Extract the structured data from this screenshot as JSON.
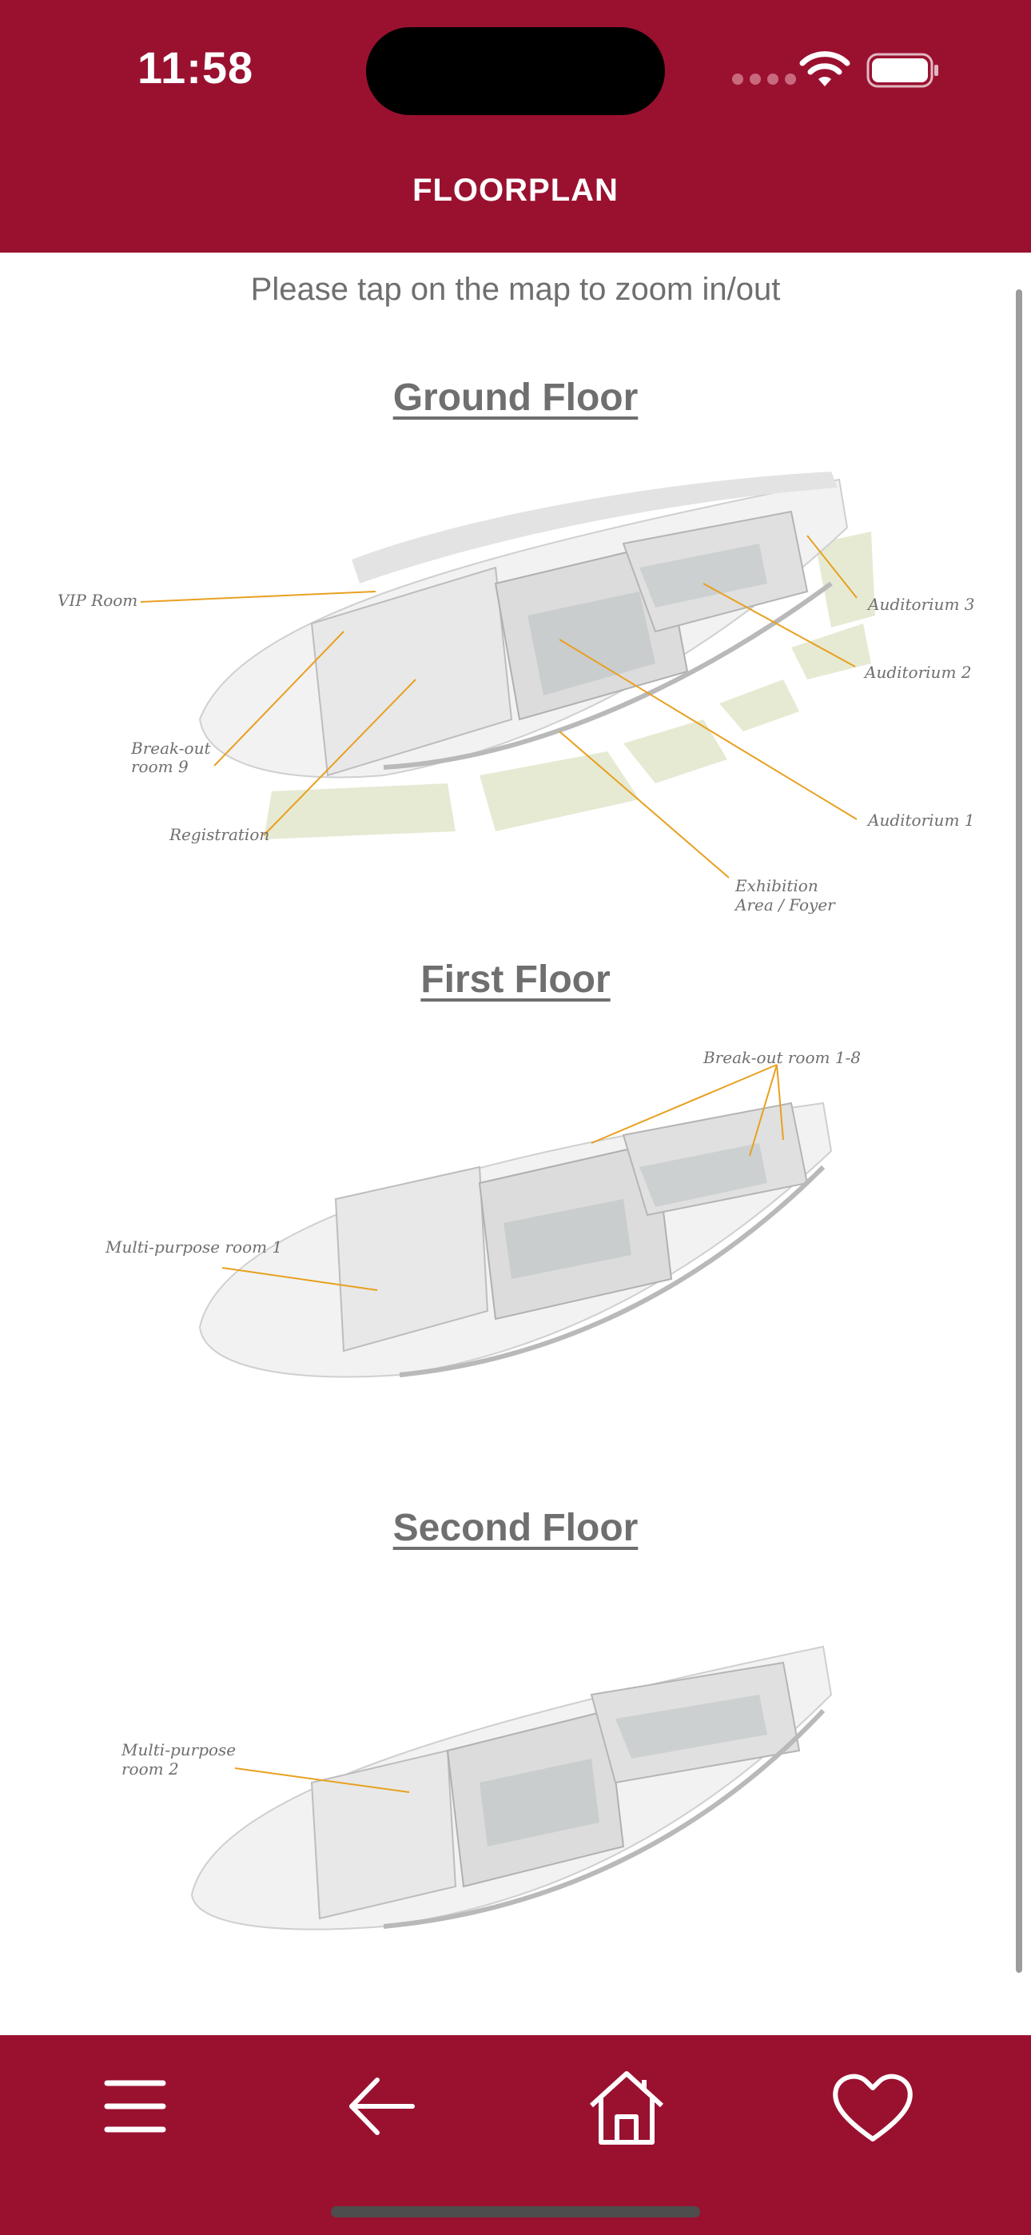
{
  "status": {
    "time": "11:58"
  },
  "header": {
    "title": "FLOORPLAN"
  },
  "hint": "Please tap on the map to zoom in/out",
  "floors": [
    {
      "title": "Ground Floor",
      "labels": [
        "VIP Room",
        "Auditorium 3",
        "Auditorium 2",
        "Break-out",
        "room 9",
        "Registration",
        "Auditorium 1",
        "Exhibition",
        "Area / Foyer"
      ]
    },
    {
      "title": "First Floor",
      "labels": [
        "Break-out room 1-8",
        "Multi-purpose room 1"
      ]
    },
    {
      "title": "Second Floor",
      "labels": [
        "Multi-purpose",
        "room 2"
      ]
    }
  ],
  "tabbar": {
    "items": [
      "menu-icon",
      "back-arrow-icon",
      "home-icon",
      "heart-icon"
    ]
  },
  "colors": {
    "brand": "#9a1130",
    "leader_line": "#e8a020",
    "text_muted": "#6f6f6f"
  }
}
